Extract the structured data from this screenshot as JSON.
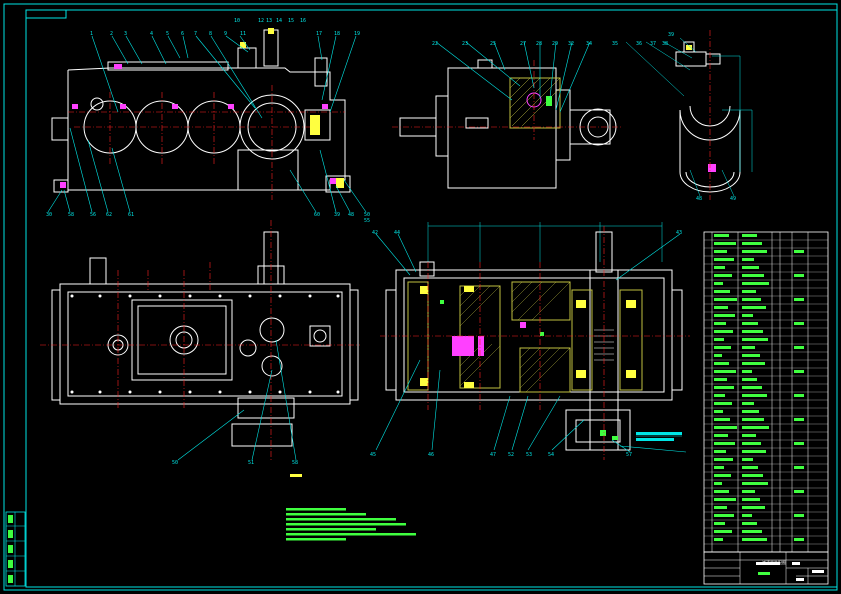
{
  "colors": {
    "background": "#000000",
    "border": "#00e5e5",
    "outline": "#ffffff",
    "centerline": "#ff2020",
    "leader": "#00e5e5",
    "accent_magenta": "#ff40ff",
    "accent_yellow": "#ffff40",
    "accent_green": "#40ff40",
    "hatch": "#c0c040"
  },
  "front_view_callouts_top": [
    "1",
    "2",
    "3",
    "4",
    "5",
    "6",
    "7",
    "8",
    "9",
    "10",
    "11",
    "12",
    "13",
    "14",
    "15",
    "16",
    "17",
    "18",
    "19"
  ],
  "front_view_callouts_bottom": [
    "30",
    "58",
    "56",
    "62",
    "61",
    "60",
    "39",
    "48",
    "50",
    "55"
  ],
  "side_view_callouts": [
    "22",
    "23",
    "25",
    "27",
    "28",
    "29",
    "32",
    "34",
    "35",
    "36",
    "37",
    "38",
    "39"
  ],
  "end_view_callouts": [
    "48",
    "49"
  ],
  "section_view_callouts": [
    "42",
    "44",
    "43",
    "45",
    "46",
    "47",
    "52",
    "53",
    "54",
    "57"
  ],
  "top_view_callouts": [
    "50",
    "51",
    "58"
  ],
  "title_block": {
    "drawing_title": "减速器装配图"
  }
}
